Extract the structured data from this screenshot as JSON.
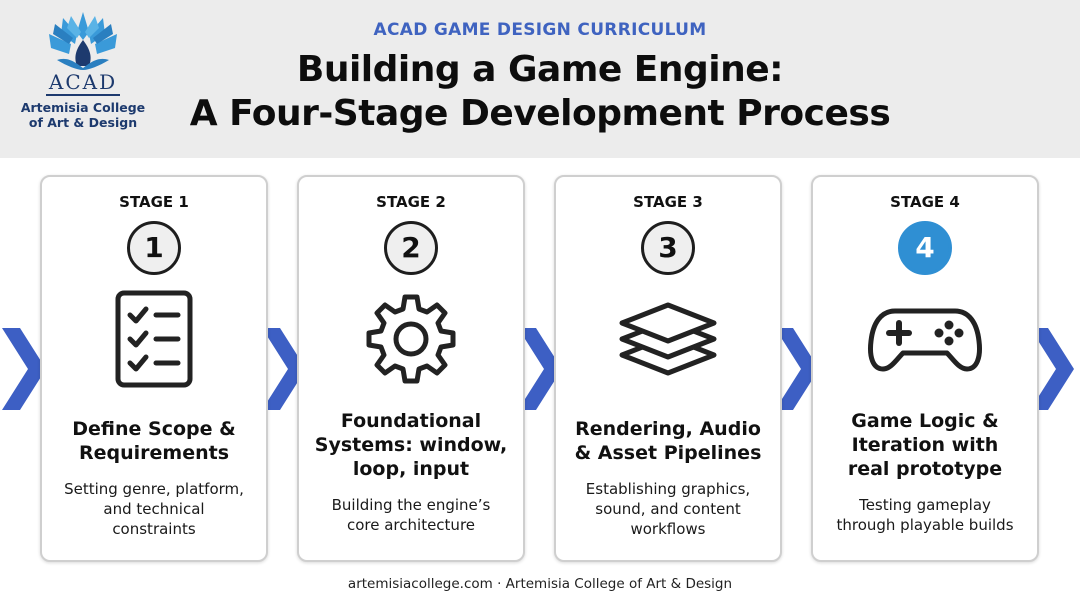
{
  "header": {
    "kicker": "ACAD GAME DESIGN CURRICULUM",
    "title_line1": "Building a Game Engine:",
    "title_line2": "A Four-Stage Development Process"
  },
  "logo": {
    "acronym": "ACAD",
    "name_line1": "Artemisia College",
    "name_line2": "of Art & Design",
    "color": "#1d3a6e",
    "mark_color": "#3a9ad9"
  },
  "stages": [
    {
      "label": "STAGE 1",
      "number": "1",
      "icon": "checklist-icon",
      "title_lines": [
        "Define Scope &",
        "Requirements"
      ],
      "desc_lines": [
        "Setting genre, platform,",
        "and technical",
        "constraints"
      ]
    },
    {
      "label": "STAGE 2",
      "number": "2",
      "icon": "gear-icon",
      "title_lines": [
        "Foundational",
        "Systems: window,",
        "loop, input"
      ],
      "desc_lines": [
        "Building the engine’s",
        "core architecture"
      ]
    },
    {
      "label": "STAGE 3",
      "number": "3",
      "icon": "layers-icon",
      "title_lines": [
        "Rendering, Audio",
        "& Asset Pipelines"
      ],
      "desc_lines": [
        "Establishing graphics,",
        "sound, and content",
        "workflows"
      ]
    },
    {
      "label": "STAGE 4",
      "number": "4",
      "icon": "gamepad-icon",
      "active": true,
      "title_lines": [
        "Game Logic &",
        "Iteration with",
        "real prototype"
      ],
      "desc_lines": [
        "Testing gameplay",
        "through playable builds"
      ]
    }
  ],
  "colors": {
    "accent_blue": "#3f63c0",
    "chevron_blue": "#3d5fc4",
    "active_circle": "#2f8fd3"
  },
  "footer": {
    "text": "artemisiacollege.com · Artemisia College of Art & Design"
  }
}
